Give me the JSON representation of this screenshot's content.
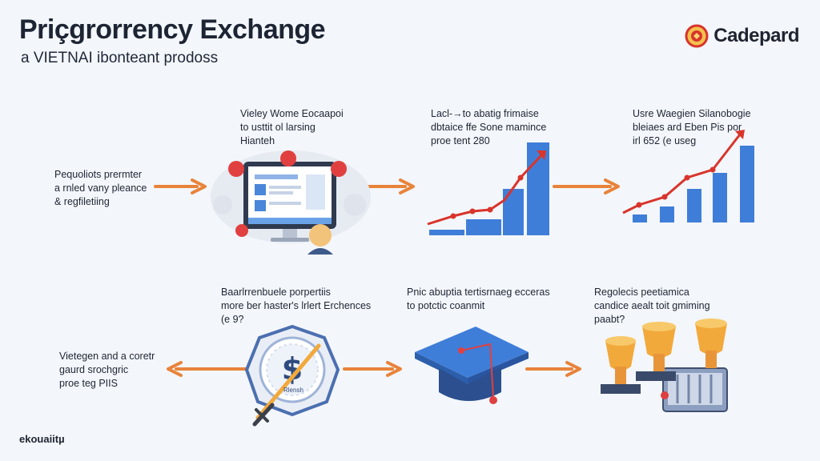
{
  "header": {
    "title": "Priçgrorrency Exchange",
    "subtitle": "a VIETNAI ibonteant prodoss",
    "brand": "Cadepard",
    "brand_icon": "emblem-icon"
  },
  "footer": {
    "text": "ekouaiitµ"
  },
  "colors": {
    "arrow": "#e8833a",
    "bar": "#3f7ed8",
    "trend": "#d9342b",
    "accent_red": "#e04040",
    "gold": "#f2a93b"
  },
  "steps": [
    {
      "id": "step1",
      "caption": "Pequoliots prermter\na rnled vany pleance\n& regfiletiing",
      "icon": ""
    },
    {
      "id": "step2",
      "caption": "Vieley Wome Eocaapoi\nto usttit ol larsing\nHianteh",
      "icon": "monitor-icon"
    },
    {
      "id": "step3",
      "caption": "Lacl-→to abatig frimaise\ndbtaice ffe Sone mamince\nproe tent 280",
      "icon": "growth-chart-icon"
    },
    {
      "id": "step4",
      "caption": "Usre Waegien Silanobogie\nbleiaes ard Eben Pis por\nirl 652 (e useg",
      "icon": "bar-chart-icon"
    },
    {
      "id": "step5",
      "caption": "Vietegen and a coretr\ngaurd srochgric\nproe teg PIIS",
      "icon": ""
    },
    {
      "id": "step6",
      "caption": "Baarlrrenbuele porpertiis\nmore ber haster's lrlert Erchences\n(e 9?",
      "icon": "coin-badge-icon"
    },
    {
      "id": "step7",
      "caption": "Pnic abuptia tertisrnaeg ecceras\nto potctic coanmit",
      "icon": "graduation-cap-icon"
    },
    {
      "id": "step8",
      "caption": "Regolecis peetiamica\ncandice aealt toit gmiming\npaabt?",
      "icon": "trophy-machine-icon"
    }
  ],
  "badge": {
    "text": "Rlensh"
  }
}
